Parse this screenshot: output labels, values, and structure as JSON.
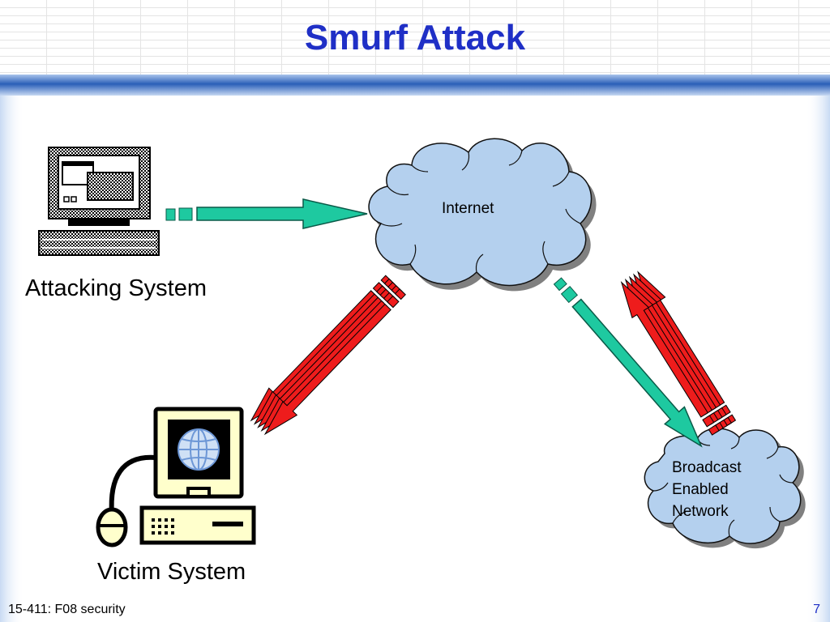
{
  "slide": {
    "title": "Smurf Attack",
    "footer": "15-411: F08 security",
    "page_number": "7"
  },
  "nodes": {
    "attacker": {
      "label": "Attacking System",
      "icon": "computer-terminal-icon"
    },
    "victim": {
      "label": "Victim System",
      "icon": "computer-globe-icon"
    },
    "internet": {
      "label": "Internet",
      "icon": "cloud-icon"
    },
    "broadcast": {
      "label_lines": [
        "Broadcast",
        "Enabled",
        "Network"
      ],
      "icon": "cloud-icon"
    }
  },
  "colors": {
    "title": "#1f2fc6",
    "cloud_fill": "#b4d0ee",
    "request_arrow": "#1ec9a0",
    "response_arrow": "#ee1c1c",
    "header_band": "#2a5fb8",
    "victim_screen": "#ffffcc"
  }
}
